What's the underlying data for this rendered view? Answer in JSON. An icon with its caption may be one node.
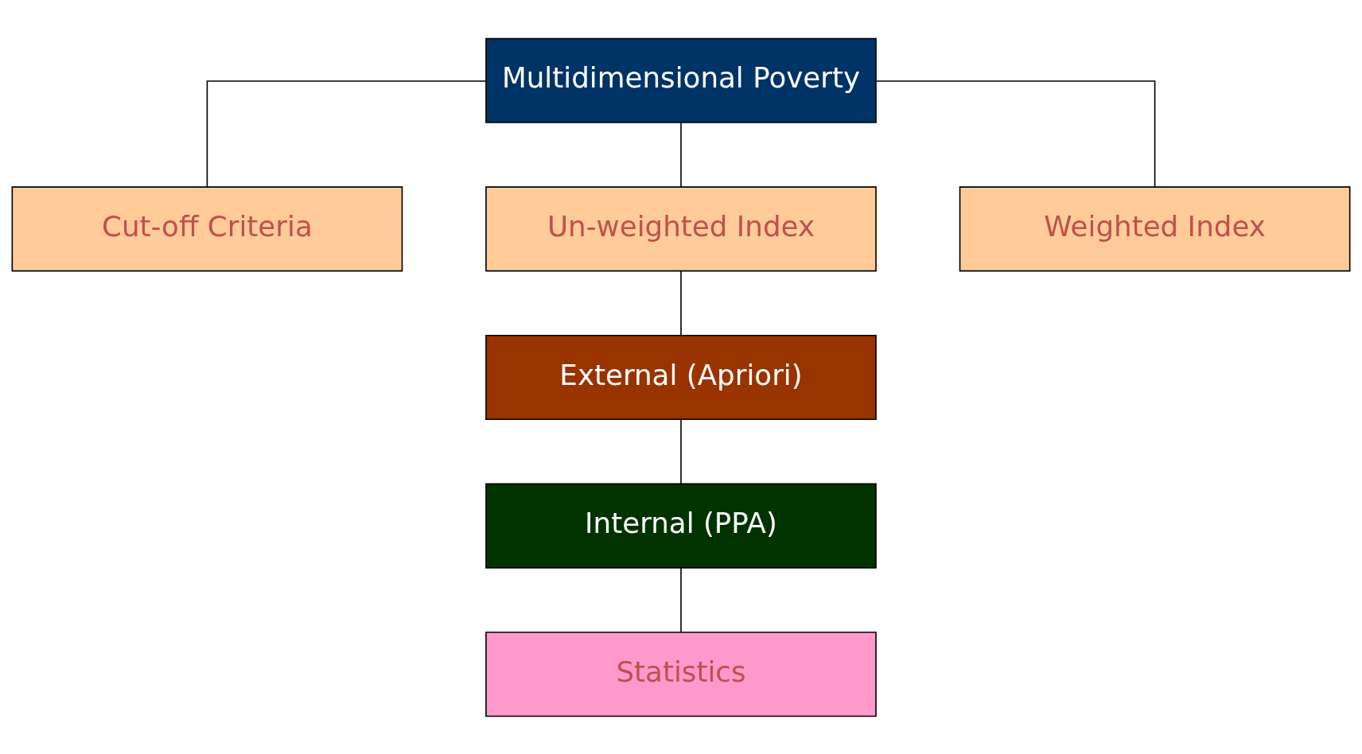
{
  "diagram": {
    "nodes": [
      {
        "text": [
          "Multidimensional Poverty"
        ]
      },
      {
        "text": [
          "Cut-off Criteria"
        ]
      },
      {
        "text": [
          "Un-weighted Index"
        ]
      },
      {
        "text": [
          "Weighted Index"
        ]
      },
      {
        "text": [
          "External (Apriori)"
        ]
      },
      {
        "text": [
          "Internal (PPA)"
        ]
      },
      {
        "text": [
          "Statistics"
        ]
      }
    ],
    "edges": [
      {
        "from": 0,
        "to": 1,
        "arrow": "none"
      },
      {
        "from": 0,
        "to": 2,
        "arrow": "none"
      },
      {
        "from": 0,
        "to": 3,
        "arrow": "none"
      },
      {
        "from": 2,
        "to": 4,
        "arrow": "none"
      },
      {
        "from": 4,
        "to": 5,
        "arrow": "none"
      },
      {
        "from": 5,
        "to": 6,
        "arrow": "none"
      }
    ]
  }
}
